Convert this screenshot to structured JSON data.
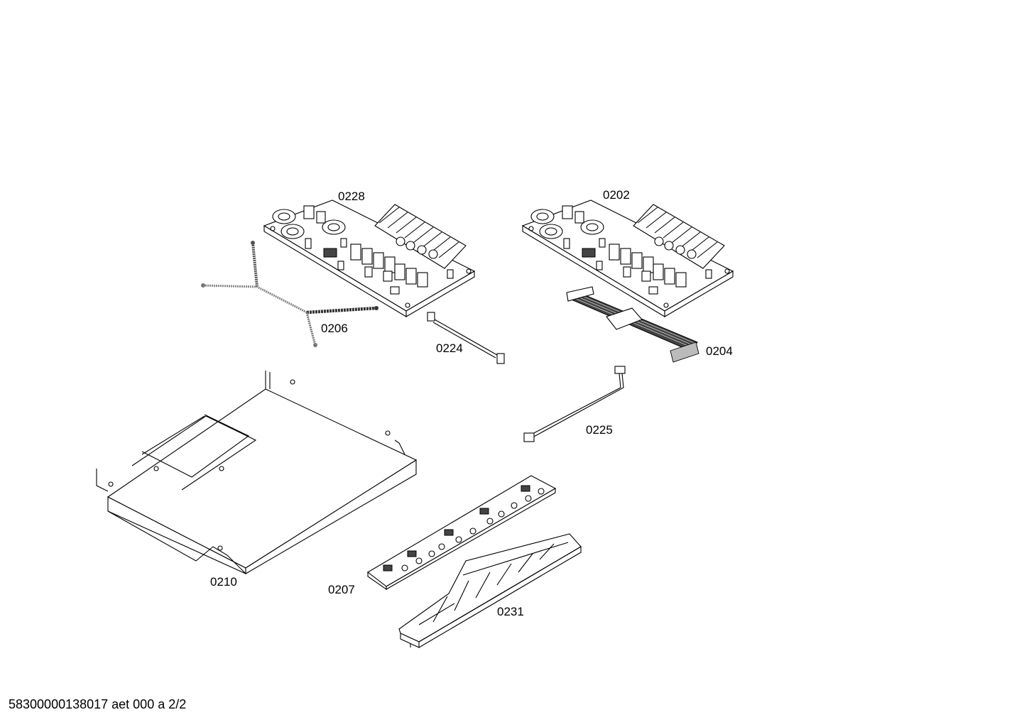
{
  "parts": [
    {
      "id": "p0228",
      "label": "0228"
    },
    {
      "id": "p0202",
      "label": "0202"
    },
    {
      "id": "p0206",
      "label": "0206"
    },
    {
      "id": "p0224",
      "label": "0224"
    },
    {
      "id": "p0204",
      "label": "0204"
    },
    {
      "id": "p0225",
      "label": "0225"
    },
    {
      "id": "p0210",
      "label": "0210"
    },
    {
      "id": "p0207",
      "label": "0207"
    },
    {
      "id": "p0231",
      "label": "0231"
    }
  ],
  "footer": "58300000138017 aet 000 a 2/2"
}
